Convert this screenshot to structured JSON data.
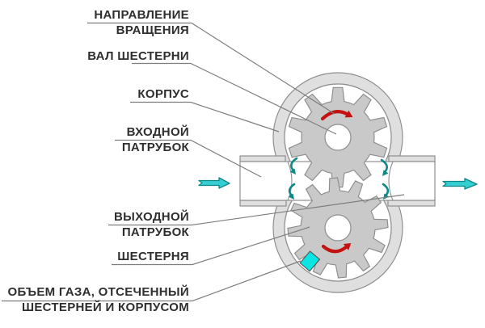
{
  "figure": {
    "kind": "rotary gear pump schematic",
    "labels": [
      {
        "id": "rotation-direction",
        "lines": [
          "НАПРАВЛЕНИЕ",
          "ВРАЩЕНИЯ"
        ]
      },
      {
        "id": "gear-shaft",
        "lines": [
          "ВАЛ ШЕСТЕРНИ"
        ]
      },
      {
        "id": "housing",
        "lines": [
          "КОРПУС"
        ]
      },
      {
        "id": "inlet-pipe",
        "lines": [
          "ВХОДНОЙ",
          "ПАТРУБОК"
        ]
      },
      {
        "id": "outlet-pipe",
        "lines": [
          "ВЫХОДНОЙ",
          "ПАТРУБОК"
        ]
      },
      {
        "id": "gear",
        "lines": [
          "ШЕСТЕРНЯ"
        ]
      },
      {
        "id": "gas-volume",
        "lines": [
          "ОБЪЕМ ГАЗА, ОТСЕЧЕННЫЙ",
          "ШЕСТЕРНЕЙ И КОРПУСОМ"
        ]
      }
    ],
    "icons": [
      "inlet-flow-arrow-icon",
      "outlet-flow-arrow-icon",
      "rotation-arrow-top-icon",
      "rotation-arrow-bottom-icon",
      "gas-flow-hook-icons"
    ],
    "colors": {
      "text": "#2e2e2e",
      "outline": "#8f8f8f",
      "leader": "#7d7d7d",
      "gear_fill": "#c9c9c9",
      "housing_fill": "#dfdfdf",
      "rotation_arrow": "#c3120f",
      "flow_arrow": "#35cfd3",
      "flow_arrow_dark": "#0c8a88",
      "gas_pocket": "#0ce4e4"
    }
  }
}
